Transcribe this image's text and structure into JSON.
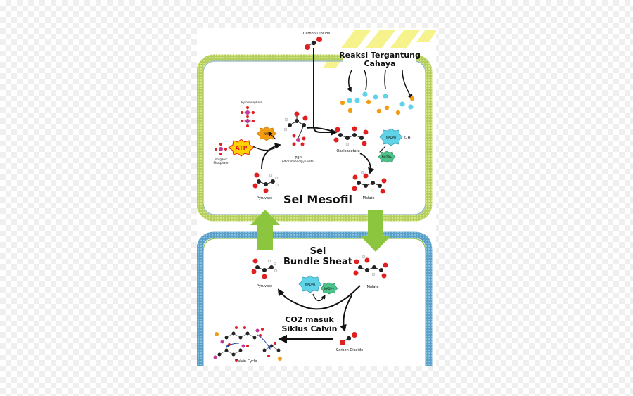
{
  "labels": {
    "carbon_dioxide_top": "Carbon Dioxide",
    "light_reaction_line1": "Reaksi Tergantung",
    "light_reaction_line2": "Cahaya",
    "pyrophosphate": "Pyrophosphate",
    "amp": "AMP",
    "atp": "ATP",
    "inorganic_phosphate_line1": "Inorganic",
    "inorganic_phosphate_line2": "Phosphate",
    "pep_line1": "PEP",
    "pep_line2": "(Phosphoenolpyruvate)",
    "oxaloacetate": "Oxaloacetate",
    "nadph_top": "NADPH",
    "h_plus": "& H⁺",
    "nadp_top": "NADP+",
    "pyruvate_top": "Pyruvate",
    "malate_top": "Malate",
    "mesophyll_cell": "Sel Mesofil",
    "bundle_sheath_line1": "Sel",
    "bundle_sheath_line2": "Bundle Sheat",
    "pyruvate_bottom": "Pyruvate",
    "malate_bottom": "Malate",
    "nadph_bottom": "NADPH",
    "nadp_bottom": "NADP+",
    "co2_calvin_line1": "CO2 masuk",
    "co2_calvin_line2": "Siklus Calvin",
    "carbon_dioxide_bottom": "Carbon Dioxide",
    "calvin_cycle": "Calvin Cycle"
  },
  "colors": {
    "mesophyll_membrane": "#b5cf5f",
    "mesophyll_membrane_inner": "#8fb3c9",
    "bundle_membrane": "#5aa0c8",
    "bundle_membrane_inner": "#8dbf4a",
    "transport_arrow": "#8cc63f",
    "atom_red": "#e02020",
    "atom_black": "#222222",
    "atom_white": "#f0f0f0",
    "phosphate_pink": "#c2399a",
    "phosphate_orange": "#f39c12",
    "nadph_cyan": "#5fd3e8",
    "nadp_green": "#4cc28a",
    "atp_yellow": "#ffd200",
    "light_yellow": "#f5f27a"
  }
}
